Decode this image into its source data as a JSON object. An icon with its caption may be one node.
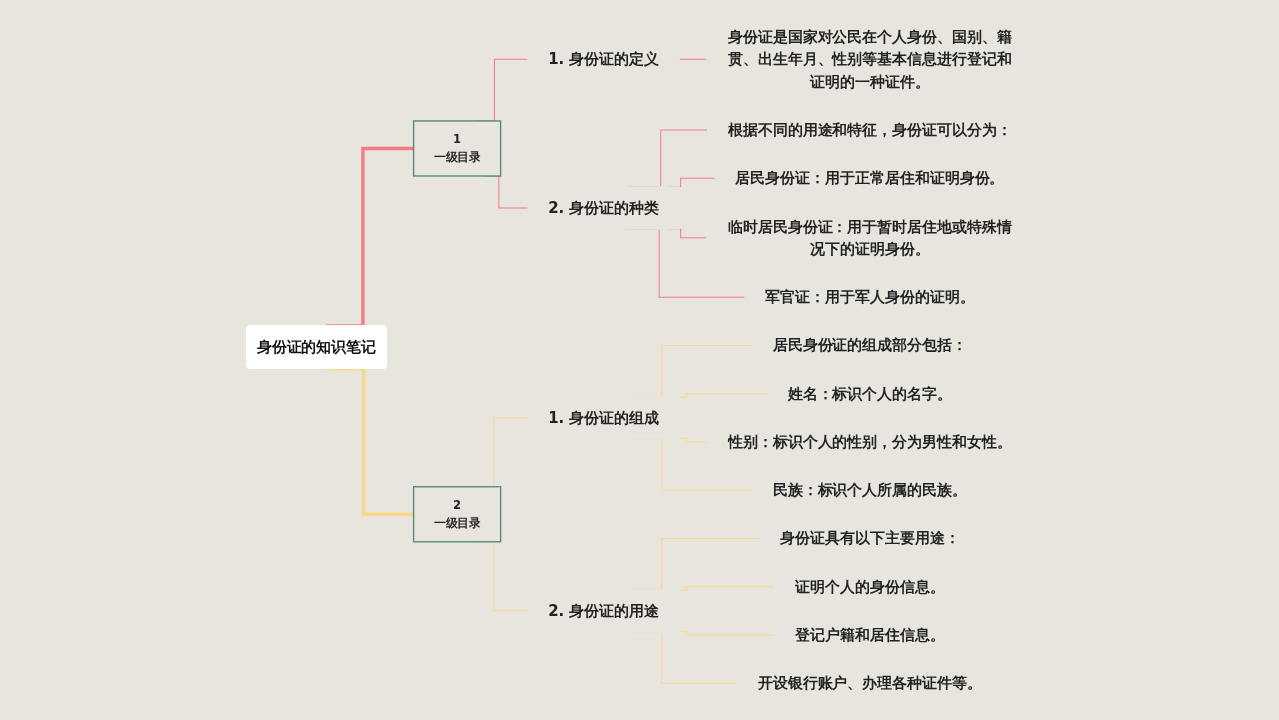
{
  "diagram": {
    "nodes": [
      {
        "text": [
          "身份证的知识笔记"
        ]
      },
      {
        "text": [
          "1",
          "一级目录"
        ]
      },
      {
        "text": [
          "1. 身份证的定义"
        ]
      },
      {
        "text": [
          "身份证是国家对公民在个人身份、国别、籍贯、出生年月、性别等基本信息进行登记和证明的一种证件。"
        ]
      },
      {
        "text": [
          "2. 身份证的种类"
        ]
      },
      {
        "text": [
          "根据不同的用途和特征，身份证可以分为："
        ]
      },
      {
        "text": [
          "居民身份证：用于正常居住和证明身份。"
        ]
      },
      {
        "text": [
          "临时居民身份证：用于暂时居住地或特殊情况下的证明身份。"
        ]
      },
      {
        "text": [
          "军官证：用于军人身份的证明。"
        ]
      },
      {
        "text": [
          "2",
          "一级目录"
        ]
      },
      {
        "text": [
          "1. 身份证的组成"
        ]
      },
      {
        "text": [
          "居民身份证的组成部分包括："
        ]
      },
      {
        "text": [
          "姓名：标识个人的名字。"
        ]
      },
      {
        "text": [
          "性别：标识个人的性别，分为男性和女性。"
        ]
      },
      {
        "text": [
          "民族：标识个人所属的民族。"
        ]
      },
      {
        "text": [
          "2. 身份证的用途"
        ]
      },
      {
        "text": [
          "身份证具有以下主要用途："
        ]
      },
      {
        "text": [
          "证明个人的身份信息。"
        ]
      },
      {
        "text": [
          "登记户籍和居住信息。"
        ]
      },
      {
        "text": [
          "开设银行账户、办理各种证件等。"
        ]
      }
    ],
    "edges": [
      {
        "from": 0,
        "to": 1,
        "arrow": "none",
        "style": "thick",
        "color": "#ef7f80"
      },
      {
        "from": 1,
        "to": 2,
        "arrow": "none",
        "color": "#ef7f80"
      },
      {
        "from": 2,
        "to": 3,
        "arrow": "none",
        "color": "#ef7f80"
      },
      {
        "from": 1,
        "to": 4,
        "arrow": "none",
        "color": "#ef7f80"
      },
      {
        "from": 4,
        "to": 5,
        "arrow": "none",
        "color": "#ef7f80"
      },
      {
        "from": 4,
        "to": 6,
        "arrow": "none",
        "color": "#ef7f80"
      },
      {
        "from": 4,
        "to": 7,
        "arrow": "none",
        "color": "#ef7f80"
      },
      {
        "from": 4,
        "to": 8,
        "arrow": "none",
        "color": "#ef7f80"
      },
      {
        "from": 0,
        "to": 9,
        "arrow": "none",
        "style": "thick"
      },
      {
        "from": 9,
        "to": 10,
        "arrow": "none"
      },
      {
        "from": 10,
        "to": 11,
        "arrow": "none"
      },
      {
        "from": 10,
        "to": 12,
        "arrow": "none"
      },
      {
        "from": 10,
        "to": 13,
        "arrow": "none"
      },
      {
        "from": 10,
        "to": 14,
        "arrow": "none"
      },
      {
        "from": 9,
        "to": 15,
        "arrow": "none"
      },
      {
        "from": 15,
        "to": 16,
        "arrow": "none"
      },
      {
        "from": 15,
        "to": 17,
        "arrow": "none"
      },
      {
        "from": 15,
        "to": 18,
        "arrow": "none"
      },
      {
        "from": 15,
        "to": 19,
        "arrow": "none"
      }
    ]
  }
}
